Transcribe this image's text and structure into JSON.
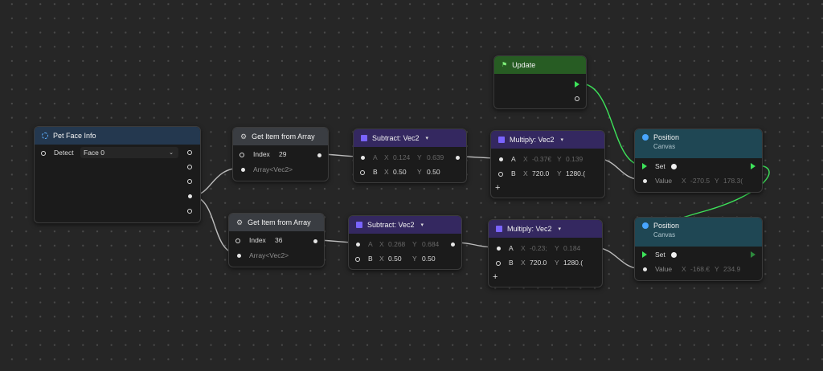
{
  "nodes": {
    "pet_face_info": {
      "title": "Pet Face Info",
      "detect_label": "Detect",
      "detect_value": "Face 0"
    },
    "get_item_1": {
      "title": "Get Item from Array",
      "index_label": "Index",
      "index_value": "29",
      "array_label": "Array<Vec2>"
    },
    "get_item_2": {
      "title": "Get Item from Array",
      "index_label": "Index",
      "index_value": "36",
      "array_label": "Array<Vec2>"
    },
    "subtract_1": {
      "title": "Subtract: Vec2",
      "a_label": "A",
      "a_x_label": "X",
      "a_x": "0.124",
      "a_y_label": "Y",
      "a_y": "0.639",
      "b_label": "B",
      "b_x_label": "X",
      "b_x": "0.50",
      "b_y_label": "Y",
      "b_y": "0.50"
    },
    "subtract_2": {
      "title": "Subtract: Vec2",
      "a_label": "A",
      "a_x_label": "X",
      "a_x": "0.268",
      "a_y_label": "Y",
      "a_y": "0.684",
      "b_label": "B",
      "b_x_label": "X",
      "b_x": "0.50",
      "b_y_label": "Y",
      "b_y": "0.50"
    },
    "multiply_1": {
      "title": "Multiply: Vec2",
      "a_label": "A",
      "a_x_label": "X",
      "a_x": "-0.37€",
      "a_y_label": "Y",
      "a_y": "0.139",
      "b_label": "B",
      "b_x_label": "X",
      "b_x": "720.0",
      "b_y_label": "Y",
      "b_y": "1280.(",
      "add": "+"
    },
    "multiply_2": {
      "title": "Multiply: Vec2",
      "a_label": "A",
      "a_x_label": "X",
      "a_x": "-0.23;",
      "a_y_label": "Y",
      "a_y": "0.184",
      "b_label": "B",
      "b_x_label": "X",
      "b_x": "720.0",
      "b_y_label": "Y",
      "b_y": "1280.(",
      "add": "+"
    },
    "update": {
      "title": "Update"
    },
    "position_1": {
      "title": "Position",
      "subtitle": "Canvas",
      "set_label": "Set",
      "value_label": "Value",
      "x_label": "X",
      "x": "-270.5",
      "y_label": "Y",
      "y": "178.3("
    },
    "position_2": {
      "title": "Position",
      "subtitle": "Canvas",
      "set_label": "Set",
      "value_label": "Value",
      "x_label": "X",
      "x": "-168.€",
      "y_label": "Y",
      "y": "234.9"
    }
  },
  "icons": {
    "face": "face-tracking-icon",
    "gear": "gear-icon",
    "calc": "calculator-icon",
    "flag": "flag-icon",
    "position": "position-icon"
  },
  "colors": {
    "background": "#262626",
    "wire_data": "#bdbdbd",
    "wire_exec": "#3de35a",
    "header_face": "#24384f",
    "header_get": "#3a3d42",
    "header_math": "#342860",
    "header_update": "#275c23",
    "header_position": "#1f4754"
  }
}
